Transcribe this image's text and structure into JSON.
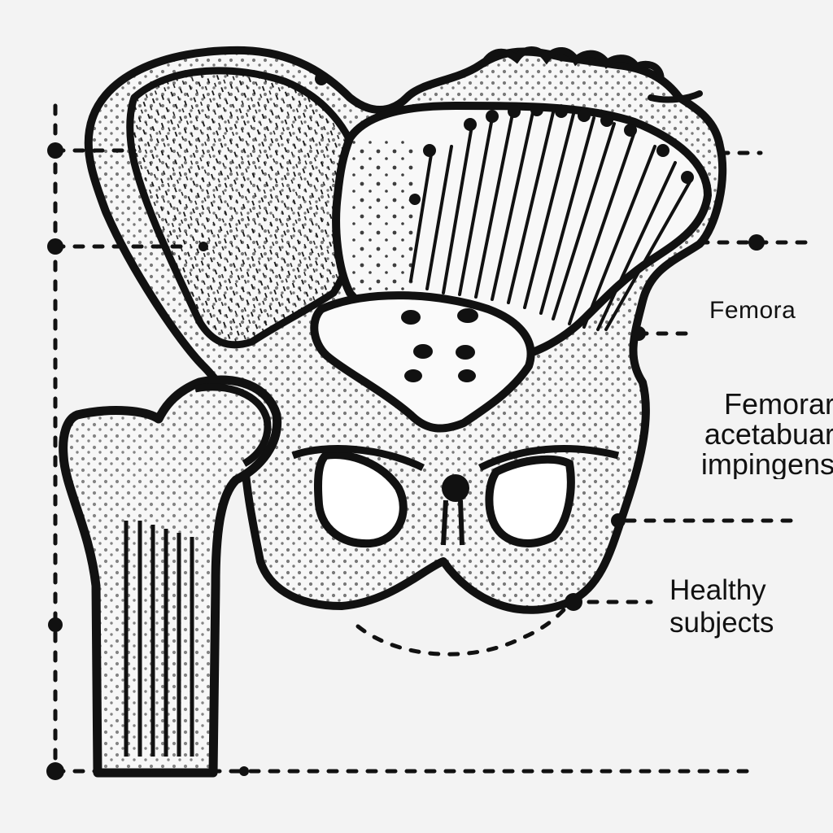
{
  "diagram": {
    "labels": {
      "femoral": "Femora",
      "fai": [
        "Femorar",
        "acetabuar",
        "impingens"
      ],
      "healthy": [
        "Healthy",
        "subjects"
      ]
    }
  },
  "colors": {
    "background": "#f3f3f3",
    "ink": "#111111"
  }
}
